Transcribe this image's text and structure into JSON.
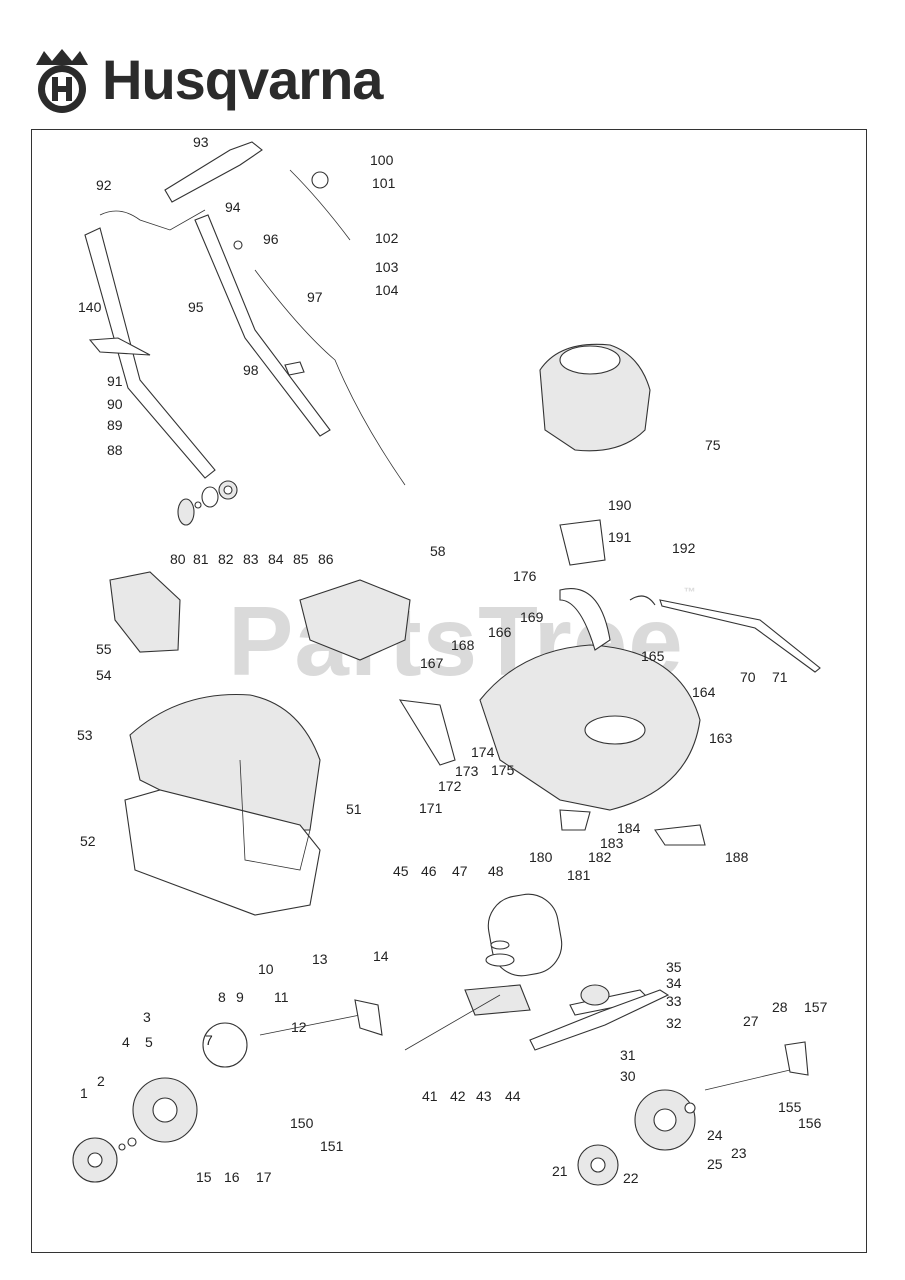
{
  "brand": {
    "name": "Husqvarna",
    "logo_icon": "crown-h-logo-icon"
  },
  "watermark": {
    "text": "PartsTree",
    "mark": "™"
  },
  "labels": [
    "93",
    "92",
    "94",
    "96",
    "100",
    "101",
    "102",
    "103",
    "104",
    "97",
    "95",
    "140",
    "98",
    "91",
    "90",
    "89",
    "88",
    "75",
    "80",
    "81",
    "82",
    "83",
    "84",
    "85",
    "86",
    "190",
    "191",
    "192",
    "58",
    "176",
    "55",
    "169",
    "166",
    "168",
    "54",
    "167",
    "165",
    "70",
    "71",
    "164",
    "53",
    "174",
    "175",
    "173",
    "172",
    "171",
    "163",
    "51",
    "52",
    "184",
    "183",
    "180",
    "182",
    "181",
    "188",
    "45",
    "46",
    "47",
    "48",
    "14",
    "10",
    "13",
    "3",
    "8",
    "9",
    "11",
    "12",
    "7",
    "4",
    "5",
    "35",
    "34",
    "33",
    "32",
    "31",
    "30",
    "28",
    "157",
    "27",
    "41",
    "42",
    "43",
    "44",
    "155",
    "156",
    "1",
    "2",
    "150",
    "151",
    "15",
    "16",
    "17",
    "24",
    "25",
    "23",
    "21",
    "22"
  ]
}
